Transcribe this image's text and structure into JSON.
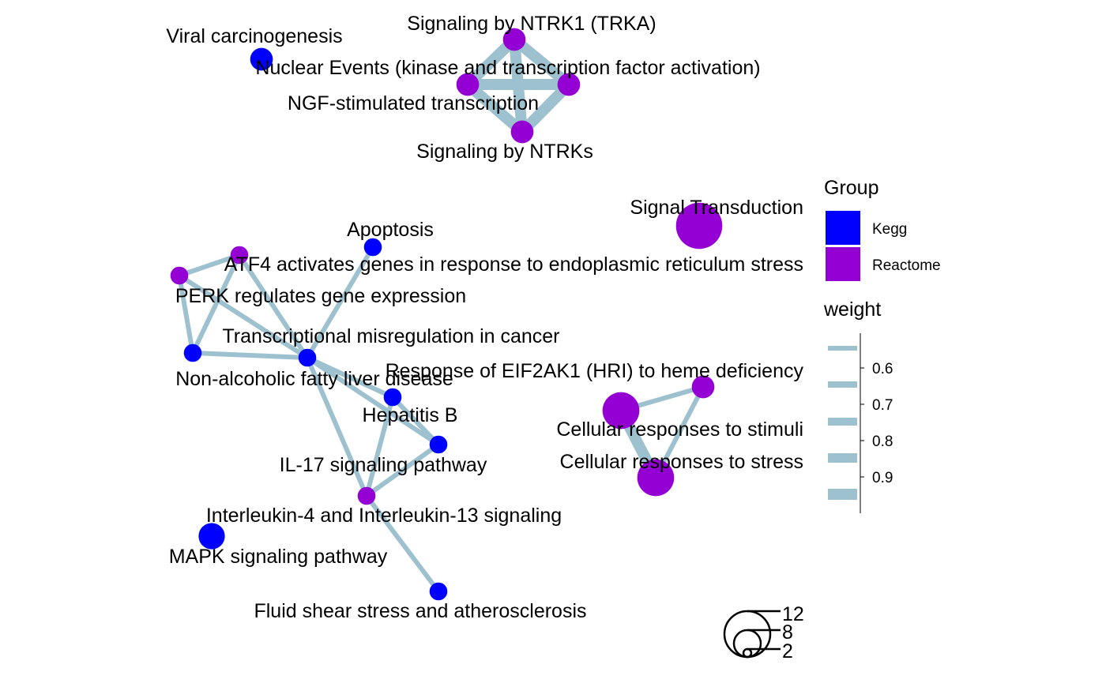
{
  "nodes": [
    {
      "id": "ntrk1",
      "label": "Signaling by NTRK1 (TRKA)",
      "group": "Reactome",
      "size": 2
    },
    {
      "id": "nuclear",
      "label": "Nuclear Events (kinase and transcription factor activation)",
      "group": "Reactome",
      "size": 2
    },
    {
      "id": "ngf",
      "label": "NGF-stimulated transcription",
      "group": "Reactome",
      "size": 2
    },
    {
      "id": "ntrks",
      "label": "Signaling by NTRKs",
      "group": "Reactome",
      "size": 2
    },
    {
      "id": "viral",
      "label": "Viral carcinogenesis",
      "group": "Kegg",
      "size": 2
    },
    {
      "id": "signal",
      "label": "Signal Transduction",
      "group": "Reactome",
      "size": 12
    },
    {
      "id": "apoptosis",
      "label": "Apoptosis",
      "group": "Kegg",
      "size": 1
    },
    {
      "id": "atf4",
      "label": "ATF4 activates genes in response to endoplasmic reticulum  stress",
      "group": "Reactome",
      "size": 1
    },
    {
      "id": "perk",
      "label": "PERK regulates gene expression",
      "group": "Reactome",
      "size": 1
    },
    {
      "id": "transcriptional",
      "label": "Transcriptional misregulation in cancer",
      "group": "Kegg",
      "size": 1
    },
    {
      "id": "nafld",
      "label": "Non-alcoholic fatty liver disease",
      "group": "Kegg",
      "size": 1
    },
    {
      "id": "eif2ak1",
      "label": "Response of EIF2AK1 (HRI) to heme deficiency",
      "group": "Reactome",
      "size": 2
    },
    {
      "id": "hepb",
      "label": "Hepatitis B",
      "group": "Kegg",
      "size": 1
    },
    {
      "id": "stimuli",
      "label": "Cellular responses to stimuli",
      "group": "Reactome",
      "size": 7
    },
    {
      "id": "il17",
      "label": "IL-17 signaling pathway",
      "group": "Kegg",
      "size": 1
    },
    {
      "id": "stress",
      "label": "Cellular responses to stress",
      "group": "Reactome",
      "size": 7
    },
    {
      "id": "il4",
      "label": "Interleukin-4 and Interleukin-13 signaling",
      "group": "Reactome",
      "size": 1
    },
    {
      "id": "mapk",
      "label": "MAPK signaling pathway",
      "group": "Kegg",
      "size": 3
    },
    {
      "id": "fluid",
      "label": "Fluid shear stress and atherosclerosis",
      "group": "Kegg",
      "size": 1
    }
  ],
  "edges": [
    {
      "source": "ntrk1",
      "target": "nuclear",
      "weight": 0.95
    },
    {
      "source": "ntrk1",
      "target": "ngf",
      "weight": 0.95
    },
    {
      "source": "ntrk1",
      "target": "ntrks",
      "weight": 0.95
    },
    {
      "source": "nuclear",
      "target": "ngf",
      "weight": 0.95
    },
    {
      "source": "nuclear",
      "target": "ntrks",
      "weight": 0.95
    },
    {
      "source": "ngf",
      "target": "ntrks",
      "weight": 0.95
    },
    {
      "source": "apoptosis",
      "target": "transcriptional",
      "weight": 0.6
    },
    {
      "source": "atf4",
      "target": "perk",
      "weight": 0.6
    },
    {
      "source": "atf4",
      "target": "transcriptional",
      "weight": 0.6
    },
    {
      "source": "atf4",
      "target": "nafld",
      "weight": 0.6
    },
    {
      "source": "perk",
      "target": "nafld",
      "weight": 0.6
    },
    {
      "source": "perk",
      "target": "transcriptional",
      "weight": 0.6
    },
    {
      "source": "nafld",
      "target": "transcriptional",
      "weight": 0.6
    },
    {
      "source": "transcriptional",
      "target": "hepb",
      "weight": 0.6
    },
    {
      "source": "transcriptional",
      "target": "il17",
      "weight": 0.6
    },
    {
      "source": "transcriptional",
      "target": "il4",
      "weight": 0.6
    },
    {
      "source": "hepb",
      "target": "il17",
      "weight": 0.6
    },
    {
      "source": "hepb",
      "target": "il4",
      "weight": 0.6
    },
    {
      "source": "il17",
      "target": "il4",
      "weight": 0.6
    },
    {
      "source": "il4",
      "target": "fluid",
      "weight": 0.6
    },
    {
      "source": "eif2ak1",
      "target": "stimuli",
      "weight": 0.6
    },
    {
      "source": "eif2ak1",
      "target": "stress",
      "weight": 0.6
    },
    {
      "source": "stimuli",
      "target": "stress",
      "weight": 0.95
    }
  ],
  "legend": {
    "group_title": "Group",
    "groups": [
      {
        "name": "Kegg",
        "color": "#0000FF"
      },
      {
        "name": "Reactome",
        "color": "#9400D3"
      }
    ],
    "weight_title": "weight",
    "weight_ticks": [
      "0.6",
      "0.7",
      "0.8",
      "0.9"
    ],
    "size_ticks": [
      "12",
      "8",
      "2"
    ]
  },
  "colors": {
    "edge": "#9DC1CF",
    "kegg": "#0000FF",
    "reactome": "#9400D3"
  }
}
